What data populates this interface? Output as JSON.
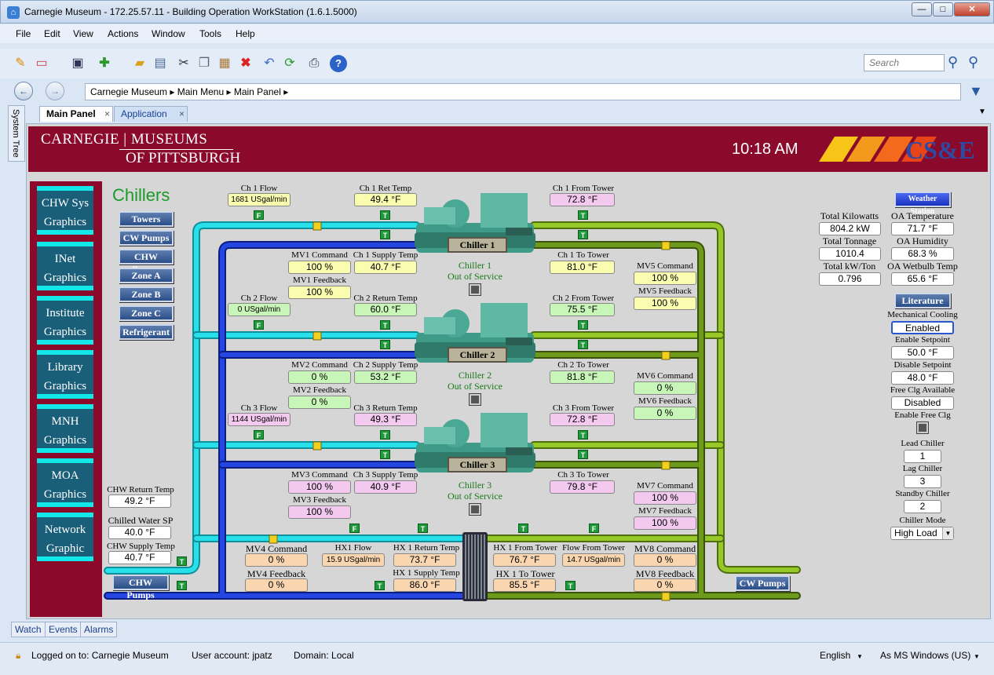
{
  "window": {
    "title": "Carnegie Museum - 172.25.57.11 - Building Operation WorkStation (1.6.1.5000)"
  },
  "menu": [
    "File",
    "Edit",
    "View",
    "Actions",
    "Window",
    "Tools",
    "Help"
  ],
  "search": {
    "placeholder": "Search"
  },
  "breadcrumb": [
    "Carnegie Museum",
    "Main Menu",
    "Main Panel"
  ],
  "tabs": [
    {
      "label": "Main Panel"
    },
    {
      "label": "Application"
    }
  ],
  "system_tree": "System Tree",
  "header": {
    "logo_line1": "CARNEGIE | MUSEUMS",
    "logo_line2": "OF PITTSBURGH",
    "time": "10:18 AM",
    "brand": "CS&E"
  },
  "sidebar": [
    "CHW Sys Graphics",
    "INet Graphics",
    "Institute Graphics",
    "Library Graphics",
    "MNH Graphics",
    "MOA Graphics",
    "Network Graphic"
  ],
  "page_title": "Chillers",
  "nav_buttons": [
    "Towers",
    "CW Pumps",
    "CHW Pumps",
    "Zone A",
    "Zone B",
    "Zone C",
    "Refrigerant"
  ],
  "chillers": [
    {
      "name": "Chiller 1",
      "status_line1": "Chiller 1",
      "status_line2": "Out of Service",
      "flow_label": "Ch 1 Flow",
      "flow": "1681 USgal/min",
      "ret_label": "Ch 1 Ret Temp",
      "ret": "49.4 °F",
      "supply_label": "Ch 1 Supply Temp",
      "supply": "40.7 °F",
      "from_tower_label": "Ch 1 From Tower",
      "from_tower": "72.8 °F",
      "to_tower_label": "Ch 1 To Tower",
      "to_tower": "81.0 °F",
      "mv_cmd_label": "MV1 Command",
      "mv_cmd": "100 %",
      "mv_fb_label": "MV1 Feedback",
      "mv_fb": "100 %",
      "mvt_cmd_label": "MV5 Command",
      "mvt_cmd": "100 %",
      "mvt_fb_label": "MV5 Feedback",
      "mvt_fb": "100 %"
    },
    {
      "name": "Chiller 2",
      "status_line1": "Chiller 2",
      "status_line2": "Out of Service",
      "flow_label": "Ch 2 Flow",
      "flow": "0 USgal/min",
      "ret_label": "Ch 2 Return Temp",
      "ret": "60.0 °F",
      "supply_label": "Ch 2 Supply Temp",
      "supply": "53.2 °F",
      "from_tower_label": "Ch 2 From Tower",
      "from_tower": "75.5 °F",
      "to_tower_label": "Ch 2 To Tower",
      "to_tower": "81.8 °F",
      "mv_cmd_label": "MV2 Command",
      "mv_cmd": "0 %",
      "mv_fb_label": "MV2 Feedback",
      "mv_fb": "0 %",
      "mvt_cmd_label": "MV6 Command",
      "mvt_cmd": "0 %",
      "mvt_fb_label": "MV6 Feedback",
      "mvt_fb": "0 %"
    },
    {
      "name": "Chiller 3",
      "status_line1": "Chiller 3",
      "status_line2": "Out of Service",
      "flow_label": "Ch 3 Flow",
      "flow": "1144 USgal/min",
      "ret_label": "Ch 3 Return Temp",
      "ret": "49.3 °F",
      "supply_label": "Ch 3 Supply Temp",
      "supply": "40.9 °F",
      "from_tower_label": "Ch 3 From Tower",
      "from_tower": "72.8 °F",
      "to_tower_label": "Ch 3 To Tower",
      "to_tower": "79.8 °F",
      "mv_cmd_label": "MV3 Command",
      "mv_cmd": "100 %",
      "mv_fb_label": "MV3 Feedback",
      "mv_fb": "100 %",
      "mvt_cmd_label": "MV7 Command",
      "mvt_cmd": "100 %",
      "mvt_fb_label": "MV7 Feedback",
      "mvt_fb": "100 %"
    }
  ],
  "loop": {
    "chw_return_label": "CHW Return Temp",
    "chw_return": "49.2 °F",
    "chilled_sp_label": "Chilled Water SP",
    "chilled_sp": "40.0 °F",
    "chw_supply_label": "CHW Supply Temp",
    "chw_supply": "40.7 °F",
    "chw_pumps": "CHW Pumps",
    "cw_pumps": "CW Pumps",
    "mv4_cmd_label": "MV4 Command",
    "mv4_cmd": "0 %",
    "mv4_fb_label": "MV4 Feedback",
    "mv4_fb": "0 %",
    "hx_flow_label": "HX1 Flow",
    "hx_flow": "15.9 USgal/min",
    "hx_ret_label": "HX 1 Return Temp",
    "hx_ret": "73.7 °F",
    "hx_supply_label": "HX 1 Supply Temp",
    "hx_supply": "86.0 °F",
    "hx_from_tower_label": "HX 1 From Tower",
    "hx_from_tower": "76.7 °F",
    "hx_to_tower_label": "HX 1 To Tower",
    "hx_to_tower": "85.5 °F",
    "flow_from_tower_label": "Flow From Tower",
    "flow_from_tower": "14.7 USgal/min",
    "mv8_cmd_label": "MV8 Command",
    "mv8_cmd": "0 %",
    "mv8_fb_label": "MV8 Feedback",
    "mv8_fb": "0 %"
  },
  "stats": {
    "kw_label": "Total Kilowatts",
    "kw": "804.2 kW",
    "tonnage_label": "Total Tonnage",
    "tonnage": "1010.4",
    "kwton_label": "Total kW/Ton",
    "kwton": "0.796",
    "weather_button": "Weather Station",
    "oat_label": "OA Temperature",
    "oat": "71.7 °F",
    "oah_label": "OA Humidity",
    "oah": "68.3 %",
    "oawb_label": "OA Wetbulb Temp",
    "oawb": "65.6 °F",
    "literature_button": "Literature",
    "mech_label": "Mechanical Cooling",
    "mech": "Enabled",
    "en_sp_label": "Enable Setpoint",
    "en_sp": "50.0 °F",
    "dis_sp_label": "Disable Setpoint",
    "dis_sp": "48.0 °F",
    "free_label": "Free Clg Available",
    "free": "Disabled",
    "enable_free_label": "Enable Free Clg",
    "lead_label": "Lead Chiller",
    "lead": "1",
    "lag_label": "Lag Chiller",
    "lag": "3",
    "standby_label": "Standby Chiller",
    "standby": "2",
    "mode_label": "Chiller Mode",
    "mode": "High Load"
  },
  "bottom_tabs": [
    "Watch",
    "Events",
    "Alarms"
  ],
  "status": {
    "logged": "Logged on to:  Carnegie Museum",
    "user": "User account:  jpatz",
    "domain": "Domain:  Local",
    "lang": "English",
    "layout": "As MS Windows (US)"
  },
  "colors": {
    "header": "#8b0a2b",
    "chw_supply": "#18c9d6",
    "chw_return": "#1c3fd0",
    "cw": "#7aae1c",
    "cw_dark": "#567a16",
    "tag": "#1e9a3a"
  }
}
